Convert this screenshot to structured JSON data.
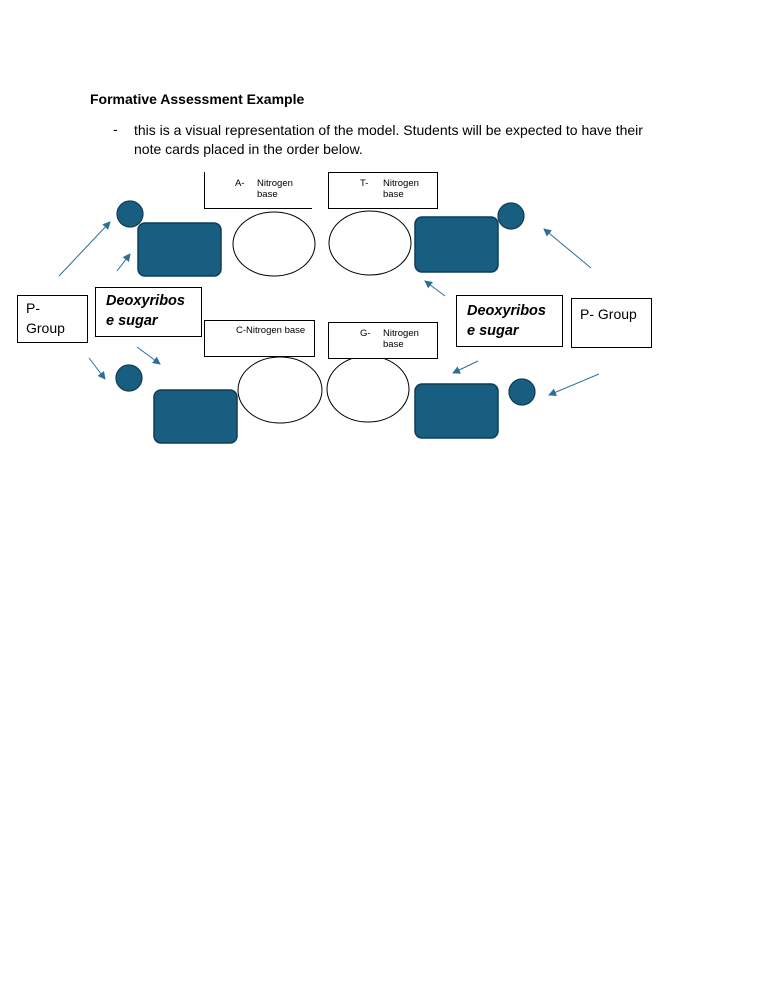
{
  "heading": "Formative Assessment Example",
  "bullet": {
    "marker": "-",
    "text": "this is a visual representation of the model. Students will be expected to have their note cards placed in the order below."
  },
  "diagram": {
    "bases": [
      {
        "letter": "A-",
        "word": "Nitrogen base"
      },
      {
        "letter": "T-",
        "word": "Nitrogen base"
      },
      {
        "combined": "C-Nitrogen base"
      },
      {
        "letter": "G-",
        "word": "Nitrogen base"
      }
    ],
    "left_phosphate": {
      "line1": "P-",
      "line2": "Group"
    },
    "right_phosphate": "P- Group",
    "left_sugar": {
      "line1": "Deoxyribos",
      "line2": "e sugar"
    },
    "right_sugar": {
      "line1": "Deoxyribos",
      "line2": "e sugar"
    },
    "colors": {
      "sugar_fill": "#175e81",
      "phosphate_fill": "#175e81",
      "outline": "#0f3d55",
      "arrow": "#2d6f98"
    }
  }
}
